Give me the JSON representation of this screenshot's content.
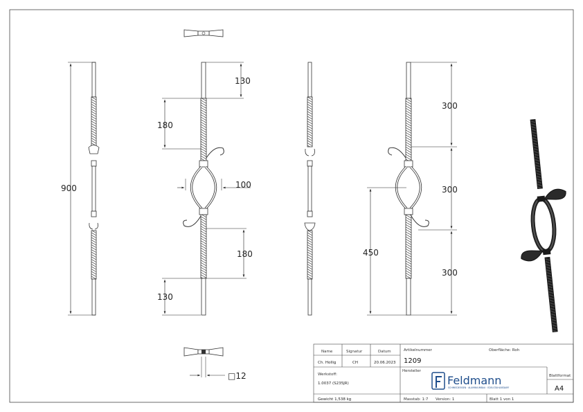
{
  "dimensions": {
    "total_height": "900",
    "top_straight": "130",
    "upper_twist": "180",
    "ring_width": "100",
    "lower_twist": "180",
    "bottom_straight": "130",
    "segment_upper": "300",
    "segment_middle": "300",
    "segment_lower": "300",
    "center_height": "450",
    "square_section": "□12"
  },
  "title_block": {
    "hdr_name": "Name",
    "hdr_signatur": "Signatur",
    "hdr_datum": "Datum",
    "val_name": "Ch. Hollig",
    "val_signatur": "CH",
    "val_datum": "20.06.2023",
    "werkstoff_label": "Werkstoff:",
    "werkstoff_value": "1.0037 (S235JR)",
    "gewicht": "Gewicht 1,538 kg",
    "artikelnummer_label": "Artikelnummer",
    "artikelnummer_value": "1209",
    "oberflaeche": "Oberfläche: Roh",
    "hersteller_label": "Hersteller",
    "logo_text": "Feldmann",
    "logo_subtitle": "SCHMIEDEEISEN · ALUMINIUMBAU · EDELSTAHLBEDARF",
    "blattformat_label": "Blattformat",
    "blattformat_value": "A4",
    "massstab": "Masstab: 1:7",
    "version": "Version: 1",
    "blatt": "Blatt 1 von 1"
  },
  "colors": {
    "line": "#222222",
    "logo": "#1f4e8c",
    "render_dark": "#2a2a2a"
  }
}
